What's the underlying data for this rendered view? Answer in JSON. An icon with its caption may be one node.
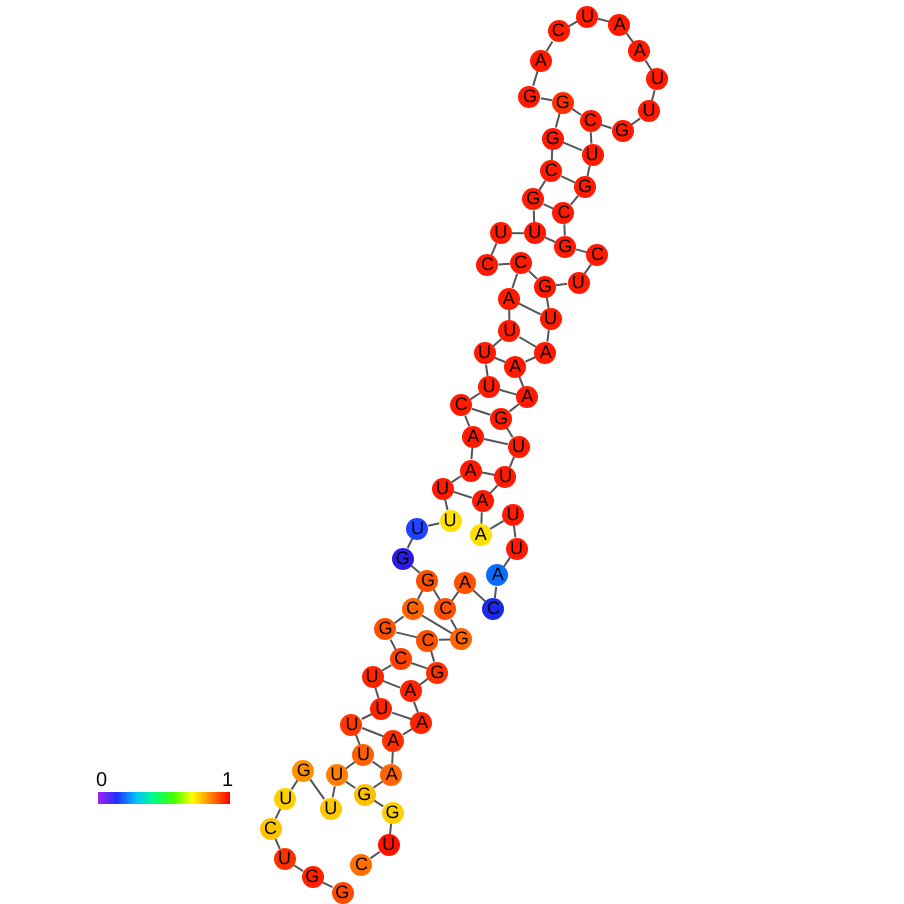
{
  "diagram": {
    "nodes": [
      {
        "text": [
          "G"
        ]
      },
      {
        "text": [
          "G"
        ]
      },
      {
        "text": [
          "U"
        ]
      },
      {
        "text": [
          "C"
        ]
      },
      {
        "text": [
          "U"
        ]
      },
      {
        "text": [
          "G"
        ]
      },
      {
        "text": [
          "U"
        ]
      },
      {
        "text": [
          "U"
        ]
      },
      {
        "text": [
          "U"
        ]
      },
      {
        "text": [
          "U"
        ]
      },
      {
        "text": [
          "U"
        ]
      },
      {
        "text": [
          "U"
        ]
      },
      {
        "text": [
          "C"
        ]
      },
      {
        "text": [
          "G"
        ]
      },
      {
        "text": [
          "C"
        ]
      },
      {
        "text": [
          "G"
        ]
      },
      {
        "text": [
          "G"
        ]
      },
      {
        "text": [
          "U"
        ]
      },
      {
        "text": [
          "U"
        ]
      },
      {
        "text": [
          "U"
        ]
      },
      {
        "text": [
          "A"
        ]
      },
      {
        "text": [
          "A"
        ]
      },
      {
        "text": [
          "C"
        ]
      },
      {
        "text": [
          "U"
        ]
      },
      {
        "text": [
          "U"
        ]
      },
      {
        "text": [
          "U"
        ]
      },
      {
        "text": [
          "A"
        ]
      },
      {
        "text": [
          "C"
        ]
      },
      {
        "text": [
          "C"
        ]
      },
      {
        "text": [
          "U"
        ]
      },
      {
        "text": [
          "U"
        ]
      },
      {
        "text": [
          "G"
        ]
      },
      {
        "text": [
          "C"
        ]
      },
      {
        "text": [
          "G"
        ]
      },
      {
        "text": [
          "G"
        ]
      },
      {
        "text": [
          "G"
        ]
      },
      {
        "text": [
          "A"
        ]
      },
      {
        "text": [
          "C"
        ]
      },
      {
        "text": [
          "U"
        ]
      },
      {
        "text": [
          "A"
        ]
      },
      {
        "text": [
          "A"
        ]
      },
      {
        "text": [
          "U"
        ]
      },
      {
        "text": [
          "U"
        ]
      },
      {
        "text": [
          "G"
        ]
      },
      {
        "text": [
          "C"
        ]
      },
      {
        "text": [
          "U"
        ]
      },
      {
        "text": [
          "G"
        ]
      },
      {
        "text": [
          "C"
        ]
      },
      {
        "text": [
          "G"
        ]
      },
      {
        "text": [
          "C"
        ]
      },
      {
        "text": [
          "U"
        ]
      },
      {
        "text": [
          "G"
        ]
      },
      {
        "text": [
          "U"
        ]
      },
      {
        "text": [
          "A"
        ]
      },
      {
        "text": [
          "A"
        ]
      },
      {
        "text": [
          "A"
        ]
      },
      {
        "text": [
          "G"
        ]
      },
      {
        "text": [
          "U"
        ]
      },
      {
        "text": [
          "U"
        ]
      },
      {
        "text": [
          "A"
        ]
      },
      {
        "text": [
          "A"
        ]
      },
      {
        "text": [
          "U"
        ]
      },
      {
        "text": [
          "U"
        ]
      },
      {
        "text": [
          "A"
        ]
      },
      {
        "text": [
          "C"
        ]
      },
      {
        "text": [
          "A"
        ]
      },
      {
        "text": [
          "C"
        ]
      },
      {
        "text": [
          "G"
        ]
      },
      {
        "text": [
          "C"
        ]
      },
      {
        "text": [
          "G"
        ]
      },
      {
        "text": [
          "A"
        ]
      },
      {
        "text": [
          "A"
        ]
      },
      {
        "text": [
          "A"
        ]
      },
      {
        "text": [
          "A"
        ]
      },
      {
        "text": [
          "G"
        ]
      },
      {
        "text": [
          "G"
        ]
      },
      {
        "text": [
          "U"
        ]
      },
      {
        "text": [
          "C"
        ]
      }
    ],
    "edges": [
      {
        "from": 0,
        "to": 1,
        "arrow": "none"
      },
      {
        "from": 1,
        "to": 2,
        "arrow": "none"
      },
      {
        "from": 2,
        "to": 3,
        "arrow": "none"
      },
      {
        "from": 3,
        "to": 4,
        "arrow": "none"
      },
      {
        "from": 4,
        "to": 5,
        "arrow": "none"
      },
      {
        "from": 5,
        "to": 6,
        "arrow": "none"
      },
      {
        "from": 6,
        "to": 7,
        "arrow": "none"
      },
      {
        "from": 7,
        "to": 8,
        "arrow": "none"
      },
      {
        "from": 8,
        "to": 9,
        "arrow": "none"
      },
      {
        "from": 9,
        "to": 10,
        "arrow": "none"
      },
      {
        "from": 10,
        "to": 11,
        "arrow": "none"
      },
      {
        "from": 11,
        "to": 12,
        "arrow": "none"
      },
      {
        "from": 12,
        "to": 13,
        "arrow": "none"
      },
      {
        "from": 13,
        "to": 14,
        "arrow": "none"
      },
      {
        "from": 14,
        "to": 15,
        "arrow": "none"
      },
      {
        "from": 15,
        "to": 16,
        "arrow": "none"
      },
      {
        "from": 16,
        "to": 17,
        "arrow": "none"
      },
      {
        "from": 17,
        "to": 18,
        "arrow": "none"
      },
      {
        "from": 18,
        "to": 19,
        "arrow": "none"
      },
      {
        "from": 19,
        "to": 20,
        "arrow": "none"
      },
      {
        "from": 20,
        "to": 21,
        "arrow": "none"
      },
      {
        "from": 21,
        "to": 22,
        "arrow": "none"
      },
      {
        "from": 22,
        "to": 23,
        "arrow": "none"
      },
      {
        "from": 23,
        "to": 24,
        "arrow": "none"
      },
      {
        "from": 24,
        "to": 25,
        "arrow": "none"
      },
      {
        "from": 25,
        "to": 26,
        "arrow": "none"
      },
      {
        "from": 26,
        "to": 27,
        "arrow": "none"
      },
      {
        "from": 27,
        "to": 28,
        "arrow": "none"
      },
      {
        "from": 28,
        "to": 29,
        "arrow": "none"
      },
      {
        "from": 29,
        "to": 30,
        "arrow": "none"
      },
      {
        "from": 30,
        "to": 31,
        "arrow": "none"
      },
      {
        "from": 31,
        "to": 32,
        "arrow": "none"
      },
      {
        "from": 32,
        "to": 33,
        "arrow": "none"
      },
      {
        "from": 33,
        "to": 34,
        "arrow": "none"
      },
      {
        "from": 34,
        "to": 35,
        "arrow": "none"
      },
      {
        "from": 35,
        "to": 36,
        "arrow": "none"
      },
      {
        "from": 36,
        "to": 37,
        "arrow": "none"
      },
      {
        "from": 37,
        "to": 38,
        "arrow": "none"
      },
      {
        "from": 38,
        "to": 39,
        "arrow": "none"
      },
      {
        "from": 39,
        "to": 40,
        "arrow": "none"
      },
      {
        "from": 40,
        "to": 41,
        "arrow": "none"
      },
      {
        "from": 41,
        "to": 42,
        "arrow": "none"
      },
      {
        "from": 42,
        "to": 43,
        "arrow": "none"
      },
      {
        "from": 43,
        "to": 44,
        "arrow": "none"
      },
      {
        "from": 44,
        "to": 45,
        "arrow": "none"
      },
      {
        "from": 45,
        "to": 46,
        "arrow": "none"
      },
      {
        "from": 46,
        "to": 47,
        "arrow": "none"
      },
      {
        "from": 47,
        "to": 48,
        "arrow": "none"
      },
      {
        "from": 48,
        "to": 49,
        "arrow": "none"
      },
      {
        "from": 49,
        "to": 50,
        "arrow": "none"
      },
      {
        "from": 50,
        "to": 51,
        "arrow": "none"
      },
      {
        "from": 51,
        "to": 52,
        "arrow": "none"
      },
      {
        "from": 52,
        "to": 53,
        "arrow": "none"
      },
      {
        "from": 53,
        "to": 54,
        "arrow": "none"
      },
      {
        "from": 54,
        "to": 55,
        "arrow": "none"
      },
      {
        "from": 55,
        "to": 56,
        "arrow": "none"
      },
      {
        "from": 56,
        "to": 57,
        "arrow": "none"
      },
      {
        "from": 57,
        "to": 58,
        "arrow": "none"
      },
      {
        "from": 58,
        "to": 59,
        "arrow": "none"
      },
      {
        "from": 59,
        "to": 60,
        "arrow": "none"
      },
      {
        "from": 60,
        "to": 61,
        "arrow": "none"
      },
      {
        "from": 61,
        "to": 62,
        "arrow": "none"
      },
      {
        "from": 62,
        "to": 63,
        "arrow": "none"
      },
      {
        "from": 63,
        "to": 64,
        "arrow": "none"
      },
      {
        "from": 64,
        "to": 65,
        "arrow": "none"
      },
      {
        "from": 65,
        "to": 66,
        "arrow": "none"
      },
      {
        "from": 66,
        "to": 67,
        "arrow": "none"
      },
      {
        "from": 67,
        "to": 68,
        "arrow": "none"
      },
      {
        "from": 68,
        "to": 69,
        "arrow": "none"
      },
      {
        "from": 69,
        "to": 70,
        "arrow": "none"
      },
      {
        "from": 70,
        "to": 71,
        "arrow": "none"
      },
      {
        "from": 71,
        "to": 72,
        "arrow": "none"
      },
      {
        "from": 72,
        "to": 73,
        "arrow": "none"
      },
      {
        "from": 73,
        "to": 74,
        "arrow": "none"
      },
      {
        "from": 74,
        "to": 75,
        "arrow": "none"
      },
      {
        "from": 75,
        "to": 76,
        "arrow": "none"
      },
      {
        "from": 76,
        "to": 77,
        "arrow": "none"
      },
      {
        "from": 7,
        "to": 74,
        "arrow": "none"
      },
      {
        "from": 8,
        "to": 73,
        "arrow": "none"
      },
      {
        "from": 9,
        "to": 72,
        "arrow": "none"
      },
      {
        "from": 10,
        "to": 71,
        "arrow": "none"
      },
      {
        "from": 11,
        "to": 70,
        "arrow": "none"
      },
      {
        "from": 12,
        "to": 69,
        "arrow": "none"
      },
      {
        "from": 13,
        "to": 68,
        "arrow": "none"
      },
      {
        "from": 14,
        "to": 67,
        "arrow": "none"
      },
      {
        "from": 15,
        "to": 66,
        "arrow": "none"
      },
      {
        "from": 19,
        "to": 59,
        "arrow": "none"
      },
      {
        "from": 20,
        "to": 58,
        "arrow": "none"
      },
      {
        "from": 21,
        "to": 57,
        "arrow": "none"
      },
      {
        "from": 22,
        "to": 56,
        "arrow": "none"
      },
      {
        "from": 23,
        "to": 55,
        "arrow": "none"
      },
      {
        "from": 24,
        "to": 54,
        "arrow": "none"
      },
      {
        "from": 25,
        "to": 53,
        "arrow": "none"
      },
      {
        "from": 26,
        "to": 52,
        "arrow": "none"
      },
      {
        "from": 27,
        "to": 51,
        "arrow": "none"
      },
      {
        "from": 30,
        "to": 48,
        "arrow": "none"
      },
      {
        "from": 31,
        "to": 47,
        "arrow": "none"
      },
      {
        "from": 32,
        "to": 46,
        "arrow": "none"
      },
      {
        "from": 33,
        "to": 45,
        "arrow": "none"
      },
      {
        "from": 34,
        "to": 44,
        "arrow": "none"
      }
    ],
    "labels": [
      "0",
      "1"
    ]
  }
}
